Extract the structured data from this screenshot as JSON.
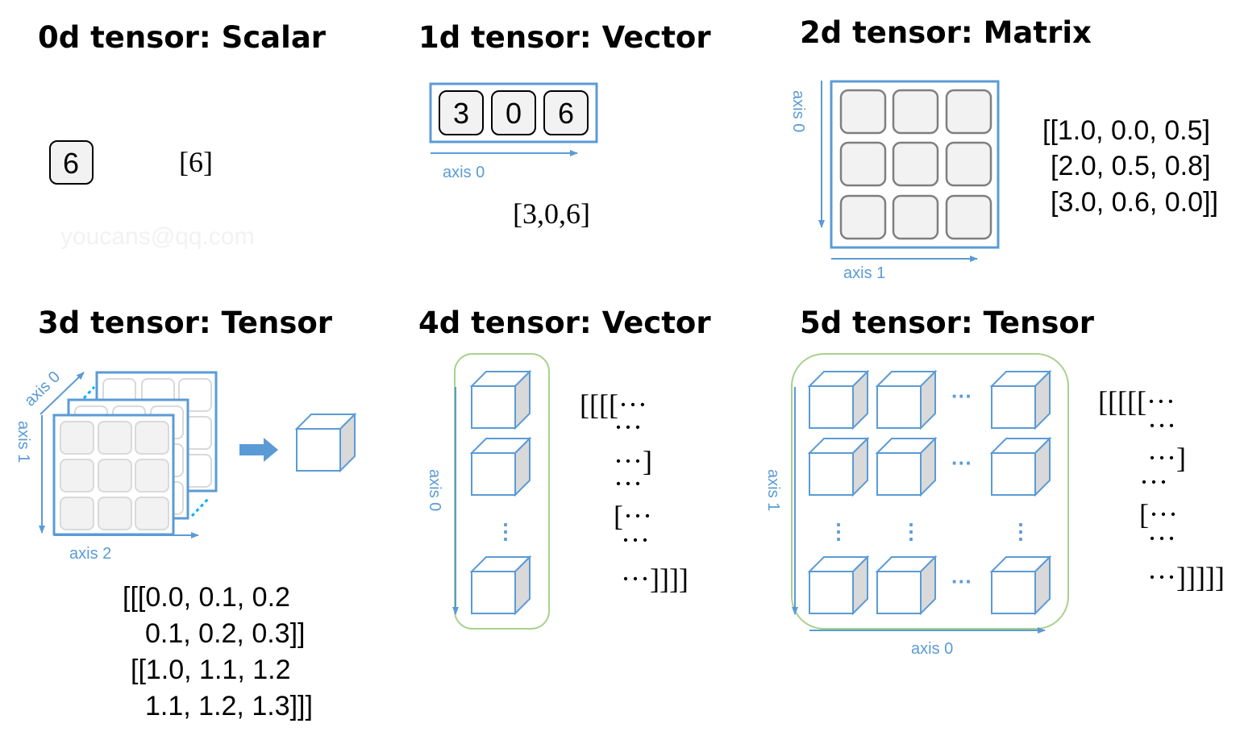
{
  "panels": {
    "scalar": {
      "title": "0d tensor: Scalar",
      "cell": "6",
      "repr": "[6]"
    },
    "vector": {
      "title": "1d tensor: Vector",
      "cells": [
        "3",
        "0",
        "6"
      ],
      "axis": "axis 0",
      "repr": "[3,0,6]"
    },
    "matrix": {
      "title": "2d tensor: Matrix",
      "axis_vertical": "axis 0",
      "axis_horizontal": "axis 1",
      "repr": [
        "[[1.0, 0.0, 0.5]",
        "[2.0, 0.5, 0.8]",
        "[3.0, 0.6, 0.0]]"
      ]
    },
    "tensor3": {
      "title": "3d tensor: Tensor",
      "axis_diagonal": "axis 0",
      "axis_vertical": "axis 1",
      "axis_horizontal": "axis 2",
      "repr": [
        "[[[0.0, 0.1, 0.2",
        "0.1, 0.2, 0.3]]",
        "[[1.0, 1.1, 1.2",
        "1.1, 1.2, 1.3]]]"
      ]
    },
    "tensor4": {
      "title": "4d tensor: Vector",
      "axis": "axis 0",
      "repr": [
        "[[[[···",
        "···",
        "···]",
        "···",
        "[···",
        "···",
        "···]]]]"
      ]
    },
    "tensor5": {
      "title": "5d tensor: Tensor",
      "axis_vertical": "axis 1",
      "axis_horizontal": "axis 0",
      "repr": [
        "[[[[[···",
        "···",
        "···]",
        "···",
        "[···",
        "···",
        "···]]]]]"
      ]
    }
  },
  "watermark": "youcans@qq.com",
  "colors": {
    "accent": "#5b9bd5",
    "cell_fill": "#f2f2f2",
    "cell_border": "#7f7f7f",
    "container_border": "#a9d18e"
  }
}
